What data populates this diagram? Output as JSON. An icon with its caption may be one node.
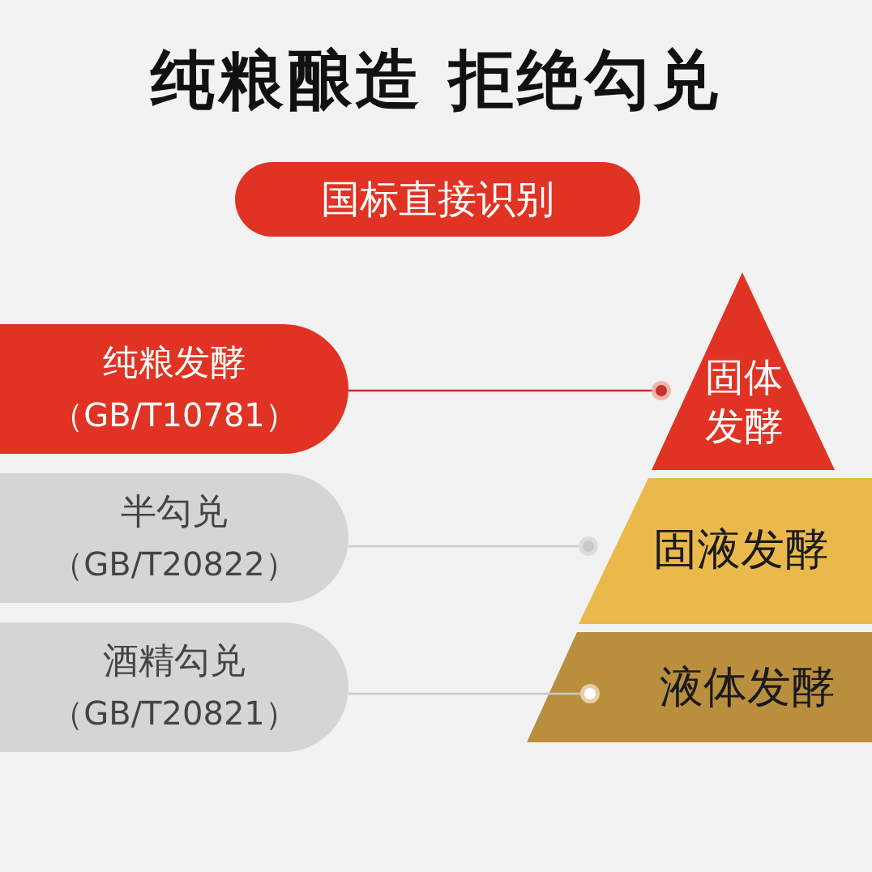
{
  "diagram": {
    "title": "纯粮酿造 拒绝勾兑",
    "nodes": [
      {
        "text": [
          "国标直接识别"
        ]
      },
      {
        "text": [
          "纯粮发酵",
          "（GB/T10781）"
        ]
      },
      {
        "text": [
          "半勾兑",
          "（GB/T20822）"
        ]
      },
      {
        "text": [
          "酒精勾兑",
          "（GB/T20821）"
        ]
      },
      {
        "text": [
          "固体发酵"
        ]
      },
      {
        "text": [
          "固液发酵"
        ]
      },
      {
        "text": [
          "液体发酵"
        ]
      }
    ],
    "edges": [
      {
        "from": 1,
        "to": 4,
        "arrow": "other",
        "color": "#c8322a"
      },
      {
        "from": 2,
        "to": 5,
        "arrow": "other"
      },
      {
        "from": 3,
        "to": 6,
        "arrow": "other"
      }
    ]
  }
}
